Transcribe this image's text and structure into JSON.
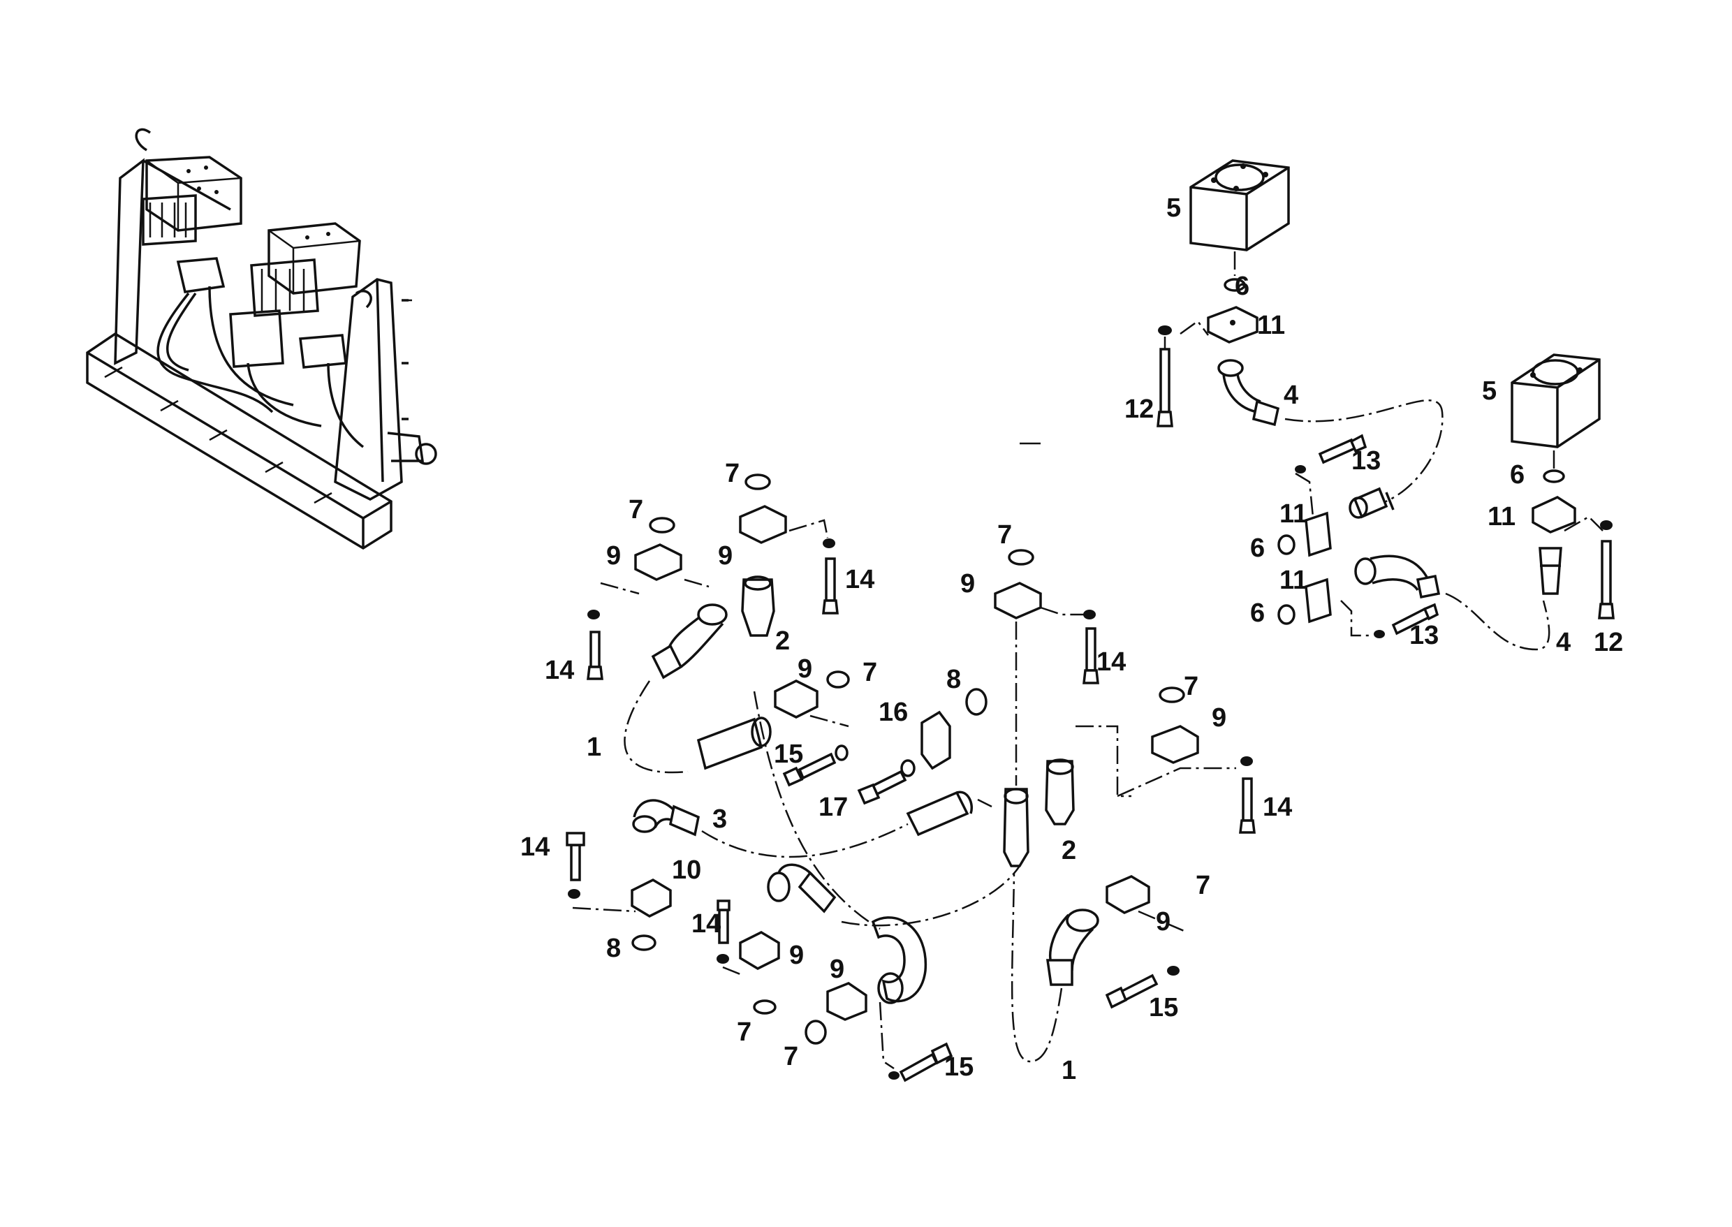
{
  "callouts": [
    {
      "label": "5"
    },
    {
      "label": "6"
    },
    {
      "label": "11"
    },
    {
      "label": "12"
    },
    {
      "label": "4"
    },
    {
      "label": "13"
    },
    {
      "label": "11"
    },
    {
      "label": "6"
    },
    {
      "label": "11"
    },
    {
      "label": "6"
    },
    {
      "label": "13"
    },
    {
      "label": "5"
    },
    {
      "label": "6"
    },
    {
      "label": "11"
    },
    {
      "label": "4"
    },
    {
      "label": "12"
    },
    {
      "label": "7"
    },
    {
      "label": "9"
    },
    {
      "label": "7"
    },
    {
      "label": "9"
    },
    {
      "label": "14"
    },
    {
      "label": "2"
    },
    {
      "label": "14"
    },
    {
      "label": "1"
    },
    {
      "label": "9"
    },
    {
      "label": "7"
    },
    {
      "label": "15"
    },
    {
      "label": "16"
    },
    {
      "label": "8"
    },
    {
      "label": "17"
    },
    {
      "label": "7"
    },
    {
      "label": "9"
    },
    {
      "label": "14"
    },
    {
      "label": "7"
    },
    {
      "label": "9"
    },
    {
      "label": "14"
    },
    {
      "label": "2"
    },
    {
      "label": "3"
    },
    {
      "label": "14"
    },
    {
      "label": "10"
    },
    {
      "label": "8"
    },
    {
      "label": "14"
    },
    {
      "label": "9"
    },
    {
      "label": "7"
    },
    {
      "label": "9"
    },
    {
      "label": "7"
    },
    {
      "label": "15"
    },
    {
      "label": "1"
    },
    {
      "label": "7"
    },
    {
      "label": "9"
    },
    {
      "label": "15"
    }
  ]
}
